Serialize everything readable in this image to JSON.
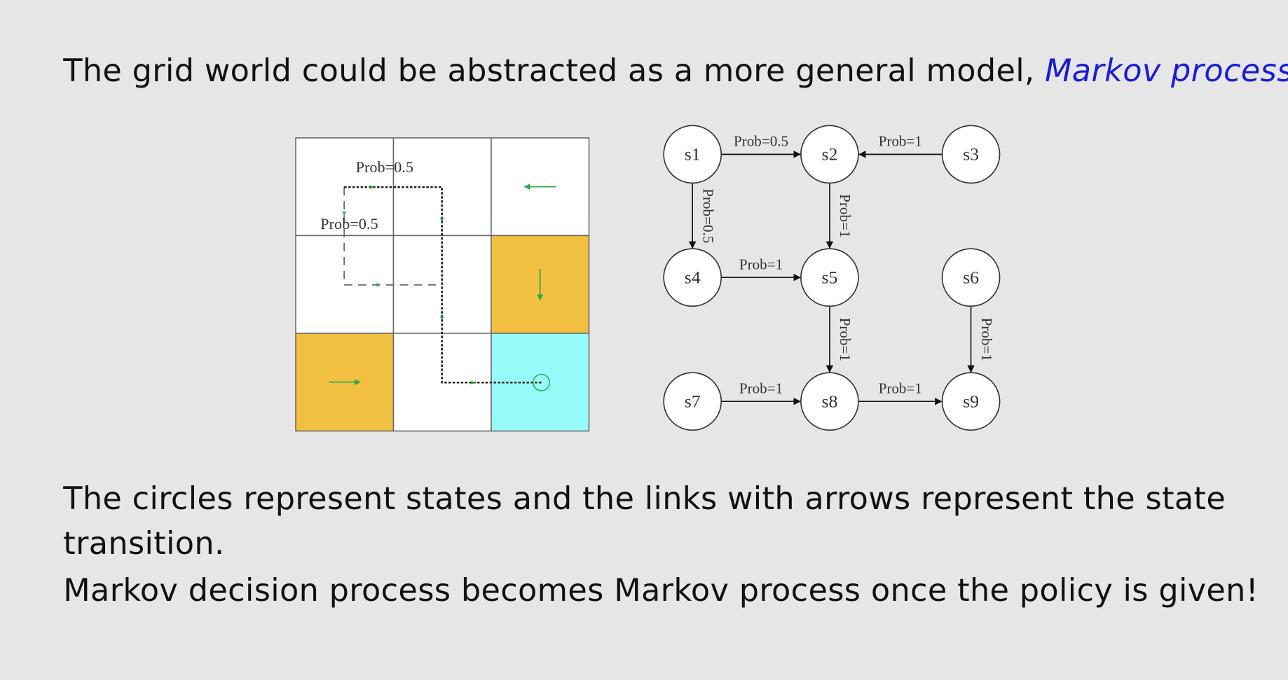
{
  "slide": {
    "title_prefix": "The grid world could be abstracted as a more general model, ",
    "title_emphasis": "Markov process",
    "title_suffix": ".",
    "body_line_1": "The circles represent states and the links with arrows represent the state",
    "body_line_2": "transition.",
    "body_line_3": "Markov decision process becomes Markov process once the policy is given!"
  },
  "colors": {
    "background": "#e6e6e6",
    "emphasis": "#1a1adb",
    "forbidden_cell": "#f2c040",
    "target_cell": "#96fcfa",
    "normal_cell": "#ffffff",
    "policy_arrow": "#2fa84f"
  },
  "grid_world": {
    "rows": 3,
    "cols": 3,
    "cells": [
      {
        "row": 0,
        "col": 0,
        "type": "normal",
        "action": null
      },
      {
        "row": 0,
        "col": 1,
        "type": "normal",
        "action": null
      },
      {
        "row": 0,
        "col": 2,
        "type": "normal",
        "action": "left"
      },
      {
        "row": 1,
        "col": 0,
        "type": "normal",
        "action": null
      },
      {
        "row": 1,
        "col": 1,
        "type": "normal",
        "action": null
      },
      {
        "row": 1,
        "col": 2,
        "type": "forbidden",
        "action": "down"
      },
      {
        "row": 2,
        "col": 0,
        "type": "forbidden",
        "action": "right"
      },
      {
        "row": 2,
        "col": 1,
        "type": "normal",
        "action": null
      },
      {
        "row": 2,
        "col": 2,
        "type": "target",
        "action": "stay"
      }
    ],
    "labels": [
      {
        "text": "Prob=0.5",
        "refers_to": "s1 → s2 (right)"
      },
      {
        "text": "Prob=0.5",
        "refers_to": "s1 → s4 (down)"
      }
    ]
  },
  "markov_graph": {
    "nodes": [
      "s1",
      "s2",
      "s3",
      "s4",
      "s5",
      "s6",
      "s7",
      "s8",
      "s9"
    ],
    "edges": [
      {
        "from": "s1",
        "to": "s2",
        "label": "Prob=0.5"
      },
      {
        "from": "s3",
        "to": "s2",
        "label": "Prob=1"
      },
      {
        "from": "s1",
        "to": "s4",
        "label": "Prob=0.5"
      },
      {
        "from": "s2",
        "to": "s5",
        "label": "Prob=1"
      },
      {
        "from": "s4",
        "to": "s5",
        "label": "Prob=1"
      },
      {
        "from": "s5",
        "to": "s8",
        "label": "Prob=1"
      },
      {
        "from": "s6",
        "to": "s9",
        "label": "Prob=1"
      },
      {
        "from": "s7",
        "to": "s8",
        "label": "Prob=1"
      },
      {
        "from": "s8",
        "to": "s9",
        "label": "Prob=1"
      }
    ]
  }
}
